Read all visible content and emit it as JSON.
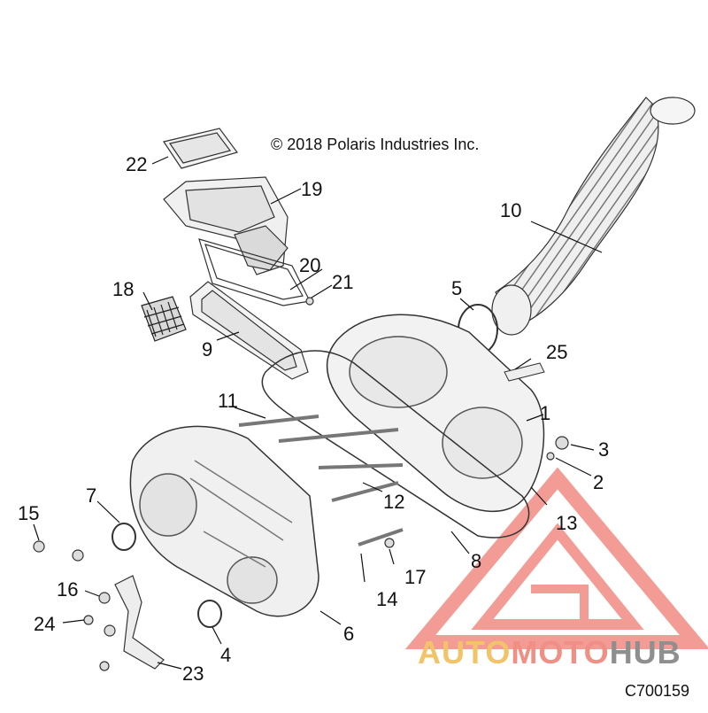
{
  "copyright": "© 2018 Polaris Industries Inc.",
  "diagram_id": "C700159",
  "callouts": {
    "c1": "1",
    "c2": "2",
    "c3": "3",
    "c4": "4",
    "c5": "5",
    "c6": "6",
    "c7": "7",
    "c8": "8",
    "c9": "9",
    "c10": "10",
    "c11": "11",
    "c12": "12",
    "c13": "13",
    "c14": "14",
    "c15": "15",
    "c16": "16",
    "c17": "17",
    "c18": "18",
    "c19": "19",
    "c20": "20",
    "c21": "21",
    "c22": "22",
    "c23": "23",
    "c24": "24",
    "c25": "25"
  },
  "watermark": {
    "part1": "AUTO",
    "part2": "MOTO",
    "part3": "HUB",
    "colors": {
      "auto": "#f2c46a",
      "moto": "#ef8f86",
      "hub": "#8f8f8f",
      "triangle": "#ef7b72"
    }
  }
}
